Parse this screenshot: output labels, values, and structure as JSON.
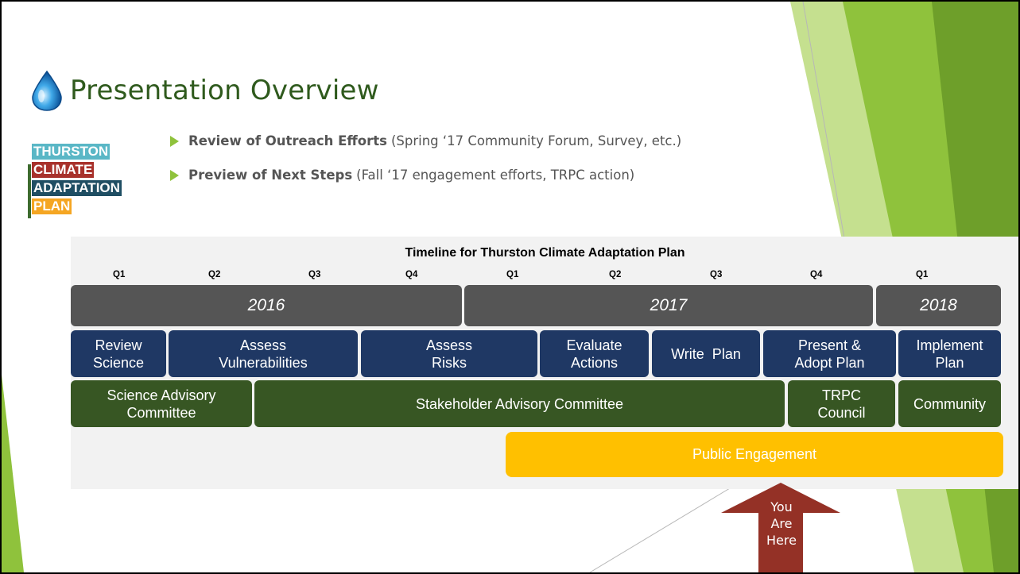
{
  "slide": {
    "title": "Presentation Overview",
    "icons": {
      "title_icon": "water-drop-icon",
      "bullet_icon": "triangle-bullet-icon"
    },
    "colors": {
      "accent_green": "#8fc23c",
      "title_green": "#2f5a1d"
    }
  },
  "logo": {
    "lines": [
      {
        "text": "THURSTON",
        "color": "#5ab7c6"
      },
      {
        "text": "CLIMATE",
        "color": "#a8312b"
      },
      {
        "text": "ADAPTATION",
        "color": "#1f4e63"
      },
      {
        "text": "PLAN",
        "color": "#f5a623"
      }
    ]
  },
  "bullets": [
    {
      "bold": "Review of Outreach Efforts",
      "rest": "(Spring ‘17 Community Forum, Survey, etc.)"
    },
    {
      "bold": "Preview of Next Steps",
      "rest": "(Fall ‘17 engagement efforts, TRPC action)"
    }
  ],
  "timeline": {
    "title": "Timeline for Thurston Climate Adaptation Plan",
    "quarters": [
      "Q1",
      "Q2",
      "Q3",
      "Q4",
      "Q1",
      "Q2",
      "Q3",
      "Q4",
      "Q1"
    ],
    "years": [
      "2016",
      "2017",
      "2018"
    ],
    "tasks": [
      [
        "Review",
        "Science"
      ],
      [
        "Assess",
        "Vulnerabilities"
      ],
      [
        "Assess",
        "Risks"
      ],
      [
        "Evaluate",
        "Actions"
      ],
      [
        "Write  Plan"
      ],
      [
        "Present &",
        "Adopt Plan"
      ],
      [
        "Implement",
        "Plan"
      ]
    ],
    "groups": [
      [
        "Science Advisory",
        "Committee"
      ],
      [
        "Stakeholder Advisory Committee"
      ],
      [
        "TRPC",
        "Council"
      ],
      [
        "Community"
      ]
    ],
    "public": "Public Engagement",
    "colors": {
      "year": "#555555",
      "task": "#1f3864",
      "group": "#375623",
      "public": "#ffc000"
    }
  },
  "marker": {
    "lines": [
      "You",
      "Are",
      "Here"
    ],
    "color": "#943126"
  }
}
